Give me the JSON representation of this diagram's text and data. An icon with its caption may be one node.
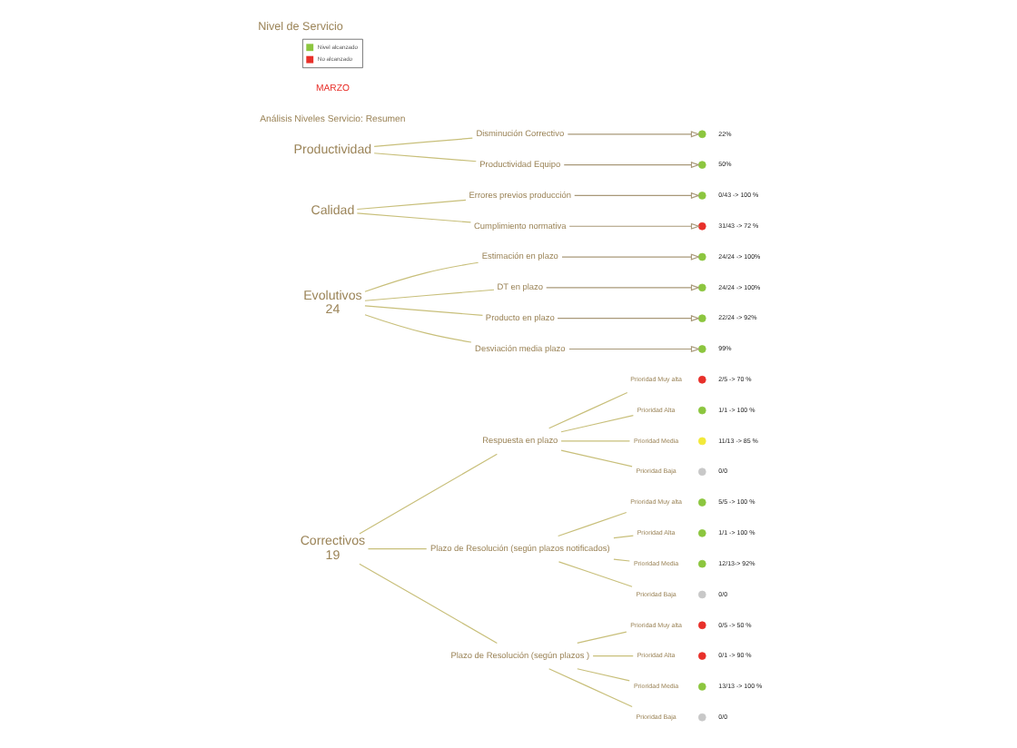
{
  "diagram": {
    "title": "Nivel de Servicio",
    "nodes": [
      {
        "text": [
          "Correctivos",
          "19"
        ]
      },
      {
        "text": [
          "Respuesta en plazo"
        ]
      },
      {
        "text": [
          "Plazo de Resolución (según plazos notificados)"
        ]
      },
      {
        "text": [
          "Plazo de Resolución (según plazos )"
        ]
      },
      {
        "text": [
          "Prioridad Muy alta"
        ]
      },
      {
        "text": [
          "Prioridad Alta"
        ]
      },
      {
        "text": [
          "Prioridad Media"
        ]
      },
      {
        "text": [
          "Prioridad Baja"
        ]
      },
      {
        "text": [],
        "shape": "circle",
        "beside": [
          "2/5 -> 70 %"
        ]
      },
      {
        "text": [],
        "shape": "circle",
        "beside": [
          "1/1 -> 100 %"
        ]
      },
      {
        "text": [],
        "shape": "circle",
        "beside": [
          "11/13 -> 85 %"
        ]
      },
      {
        "text": [],
        "shape": "circle",
        "beside": [
          "0/0"
        ]
      },
      {
        "text": [
          "Prioridad Muy alta"
        ]
      },
      {
        "text": [
          "Prioridad Alta"
        ]
      },
      {
        "text": [
          "Prioridad Media"
        ]
      },
      {
        "text": [
          "Prioridad Baja"
        ]
      },
      {
        "text": [],
        "shape": "circle",
        "beside": [
          "5/5 -> 100 %"
        ]
      },
      {
        "text": [],
        "shape": "circle",
        "beside": [
          "1/1 -> 100 %"
        ]
      },
      {
        "text": [],
        "shape": "circle",
        "beside": [
          "12/13-> 92%"
        ]
      },
      {
        "text": [],
        "shape": "circle",
        "beside": [
          "0/0"
        ]
      },
      {
        "text": [
          "Prioridad Muy alta"
        ]
      },
      {
        "text": [
          "Prioridad Alta"
        ]
      },
      {
        "text": [
          "Prioridad Media"
        ]
      },
      {
        "text": [
          "Prioridad Baja"
        ]
      },
      {
        "text": [],
        "shape": "circle",
        "beside": [
          "0/5 -> 50 %"
        ]
      },
      {
        "text": [],
        "shape": "circle",
        "beside": [
          "0/1 -> 90 %"
        ]
      },
      {
        "text": [],
        "shape": "circle",
        "beside": [
          "13/13 -> 100 %"
        ]
      },
      {
        "text": [],
        "shape": "circle",
        "beside": [
          "0/0"
        ]
      },
      {
        "text": [
          "Evolutivos",
          "24"
        ]
      },
      {
        "text": [
          "Estimación en plazo"
        ]
      },
      {
        "text": [
          "DT en plazo"
        ]
      },
      {
        "text": [
          "Producto en plazo"
        ]
      },
      {
        "text": [
          "Desviación media plazo"
        ]
      },
      {
        "text": [],
        "shape": "circle",
        "beside": [
          "24/24 -> 100%"
        ]
      },
      {
        "text": [],
        "shape": "circle",
        "beside": [
          "24/24 -> 100%"
        ]
      },
      {
        "text": [],
        "shape": "circle",
        "beside": [
          "22/24 -> 92%"
        ]
      },
      {
        "text": [],
        "shape": "circle",
        "beside": [
          "99%"
        ]
      },
      {
        "text": [
          "Calidad"
        ]
      },
      {
        "text": [
          "Errores previos producción"
        ]
      },
      {
        "text": [
          "Cumplimiento normativa"
        ]
      },
      {
        "text": [],
        "shape": "circle",
        "beside": [
          "0/43 -> 100 %"
        ]
      },
      {
        "text": [],
        "shape": "circle",
        "beside": [
          "31/43 -> 72 %"
        ]
      },
      {
        "text": [
          "Productividad"
        ]
      },
      {
        "text": [
          "Disminución Correctivo"
        ]
      },
      {
        "text": [
          "Productividad Equipo"
        ]
      },
      {
        "text": [],
        "shape": "circle",
        "beside": [
          "22%"
        ]
      },
      {
        "text": [],
        "shape": "circle",
        "beside": [
          "50%"
        ]
      }
    ],
    "edges": [
      {
        "from": 0,
        "to": 1,
        "arrow": "none"
      },
      {
        "from": 0,
        "to": 2,
        "arrow": "none"
      },
      {
        "from": 0,
        "to": 3,
        "arrow": "none"
      },
      {
        "from": 1,
        "to": 4,
        "arrow": "none"
      },
      {
        "from": 1,
        "to": 5,
        "arrow": "none"
      },
      {
        "from": 1,
        "to": 6,
        "arrow": "none"
      },
      {
        "from": 1,
        "to": 7,
        "arrow": "none"
      },
      {
        "from": 2,
        "to": 12,
        "arrow": "none"
      },
      {
        "from": 2,
        "to": 13,
        "arrow": "none"
      },
      {
        "from": 2,
        "to": 14,
        "arrow": "none"
      },
      {
        "from": 2,
        "to": 15,
        "arrow": "none"
      },
      {
        "from": 3,
        "to": 20,
        "arrow": "none"
      },
      {
        "from": 3,
        "to": 21,
        "arrow": "none"
      },
      {
        "from": 3,
        "to": 22,
        "arrow": "none"
      },
      {
        "from": 3,
        "to": 23,
        "arrow": "none"
      },
      {
        "from": 28,
        "to": 29,
        "arrow": "none"
      },
      {
        "from": 28,
        "to": 30,
        "arrow": "none"
      },
      {
        "from": 28,
        "to": 31,
        "arrow": "none"
      },
      {
        "from": 28,
        "to": 32,
        "arrow": "none"
      },
      {
        "from": 29,
        "to": 33,
        "arrow": "to"
      },
      {
        "from": 30,
        "to": 34,
        "arrow": "to"
      },
      {
        "from": 31,
        "to": 35,
        "arrow": "to"
      },
      {
        "from": 32,
        "to": 36,
        "arrow": "to"
      },
      {
        "from": 37,
        "to": 38,
        "arrow": "none"
      },
      {
        "from": 37,
        "to": 39,
        "arrow": "none"
      },
      {
        "from": 38,
        "to": 40,
        "arrow": "to"
      },
      {
        "from": 39,
        "to": 41,
        "arrow": "to"
      },
      {
        "from": 42,
        "to": 43,
        "arrow": "none"
      },
      {
        "from": 42,
        "to": 44,
        "arrow": "none"
      },
      {
        "from": 43,
        "to": 45,
        "arrow": "to"
      },
      {
        "from": 44,
        "to": 46,
        "arrow": "to"
      }
    ],
    "labels": [
      "Análisis Niveles Servicio: Resumen",
      "MARZO"
    ],
    "legend": [
      {
        "text": "Nivel alcanzado",
        "color": "#8cc63f"
      },
      {
        "text": "No alcanzado",
        "color": "#e8302a"
      }
    ]
  }
}
